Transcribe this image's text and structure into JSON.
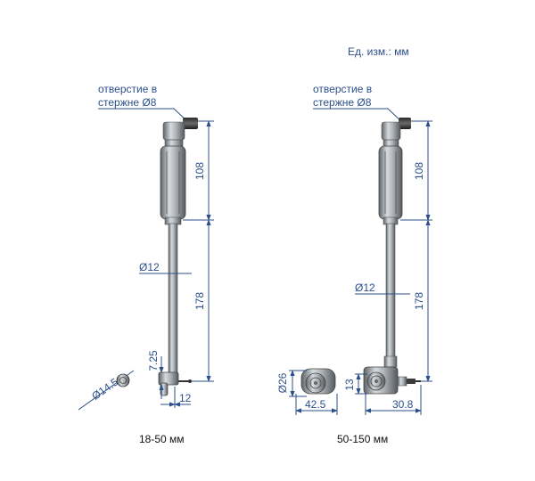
{
  "units_label": "Ед. изм.: мм",
  "left": {
    "note_line1": "отверстие в",
    "note_line2": "стержне Ø8",
    "dim_handle": "108",
    "dim_rod": "178",
    "dim_diameter": "Ø12",
    "dim_small": "7.25",
    "dim_tip": "12",
    "dim_disc": "Ø14.5",
    "caption": "18-50 мм"
  },
  "right": {
    "note_line1": "отверстие в",
    "note_line2": "стержне Ø8",
    "dim_handle": "108",
    "dim_rod": "178",
    "dim_diameter": "Ø12",
    "dim_head": "Ø26",
    "dim_width": "42.5",
    "dim_13": "13",
    "dim_308": "30.8",
    "caption": "50-150 мм"
  },
  "colors": {
    "dimension": "#2b4f8a",
    "body": "#8e9499"
  }
}
